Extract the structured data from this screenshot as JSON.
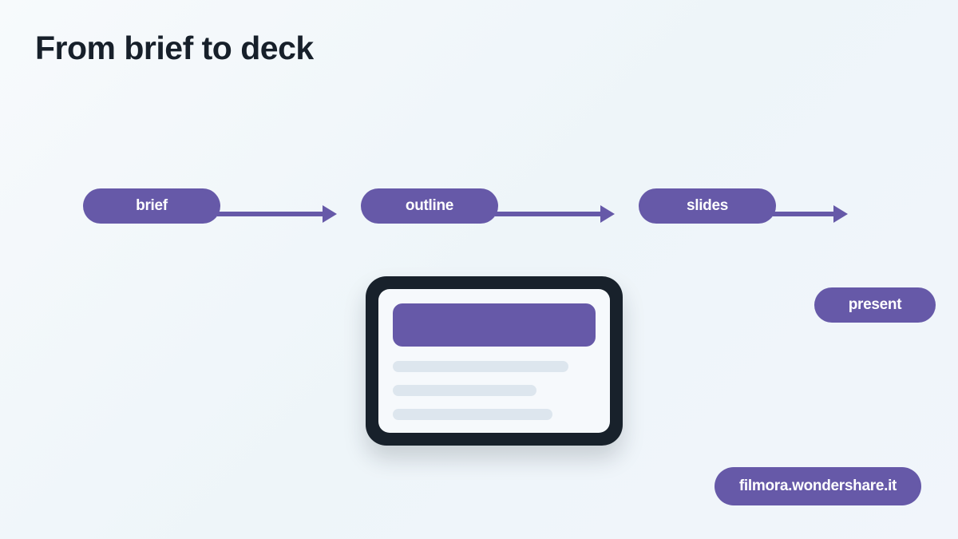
{
  "title": "From brief to deck",
  "steps": [
    {
      "label": "brief"
    },
    {
      "label": "outline"
    },
    {
      "label": "slides"
    },
    {
      "label": "present"
    }
  ],
  "footer_badge": "filmora.wondershare.it",
  "colors": {
    "accent": "#6659a8",
    "dark": "#18212b",
    "title_text": "#17202a",
    "screen_bg": "#f6f9fc",
    "placeholder_line": "#dde6ee"
  }
}
